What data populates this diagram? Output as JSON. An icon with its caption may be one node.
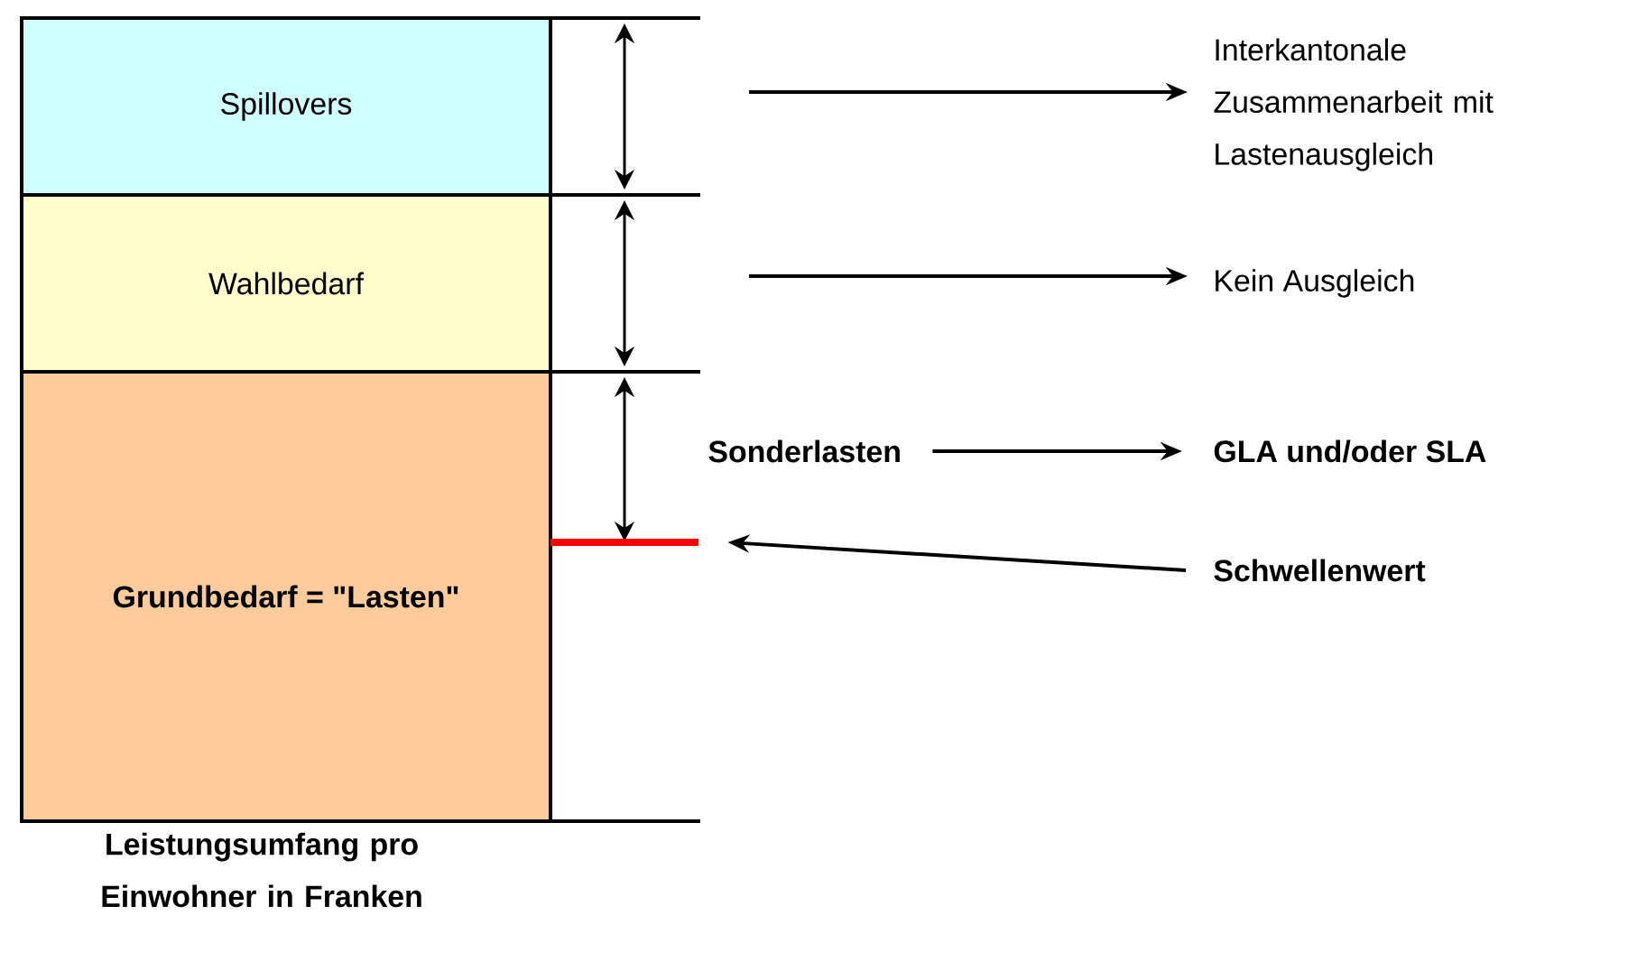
{
  "diagram": {
    "caption": "Leistungsumfang pro Einwohner in Franken",
    "nodes": [
      {
        "text": [
          "Spillovers"
        ]
      },
      {
        "text": [
          "Wahlbedarf"
        ]
      },
      {
        "text": [
          "Grundbedarf = \"Lasten\""
        ]
      },
      {
        "text": [
          "Interkantonale Zusammenarbeit mit Lastenausgleich"
        ]
      },
      {
        "text": [
          "Kein Ausgleich"
        ]
      },
      {
        "text": [
          "Sonderlasten"
        ]
      },
      {
        "text": [
          "GLA und/oder SLA"
        ]
      },
      {
        "text": [
          "Schwellenwert"
        ]
      },
      {
        "text": [],
        "shape": "bar"
      }
    ],
    "edges": [
      {
        "from": null,
        "to": 3,
        "arrow": "to"
      },
      {
        "from": null,
        "to": 4,
        "arrow": "to"
      },
      {
        "from": 5,
        "to": 6,
        "arrow": "to"
      },
      {
        "from": 7,
        "to": 8,
        "arrow": "to"
      }
    ]
  }
}
